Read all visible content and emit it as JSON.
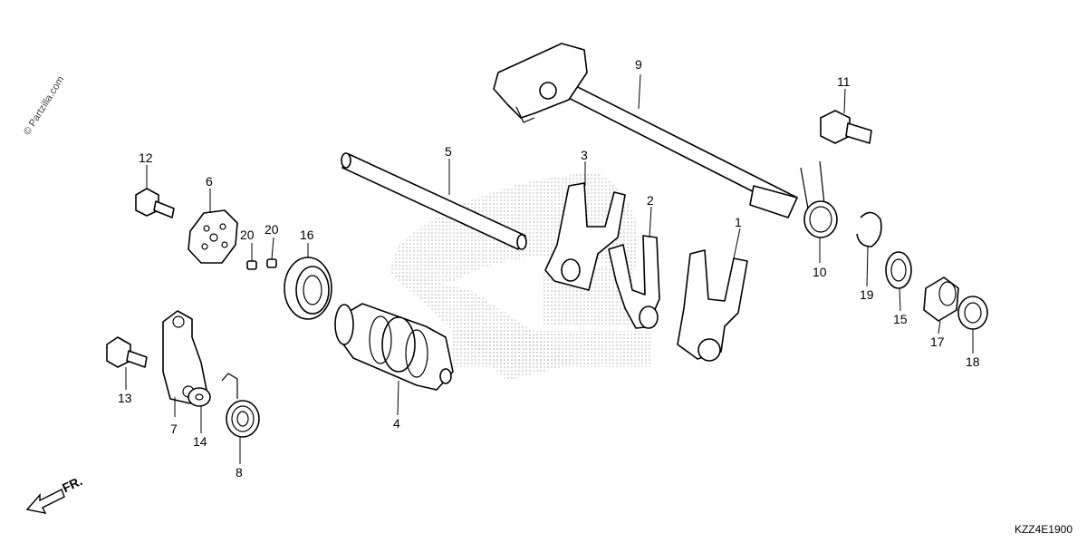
{
  "watermark": "© Partzilla.com",
  "drawing_code": "KZZ4E1900",
  "direction_label": "FR.",
  "callouts": [
    "1",
    "2",
    "3",
    "4",
    "5",
    "6",
    "7",
    "8",
    "9",
    "10",
    "11",
    "12",
    "13",
    "14",
    "15",
    "16",
    "17",
    "18",
    "19",
    "20",
    "20"
  ]
}
